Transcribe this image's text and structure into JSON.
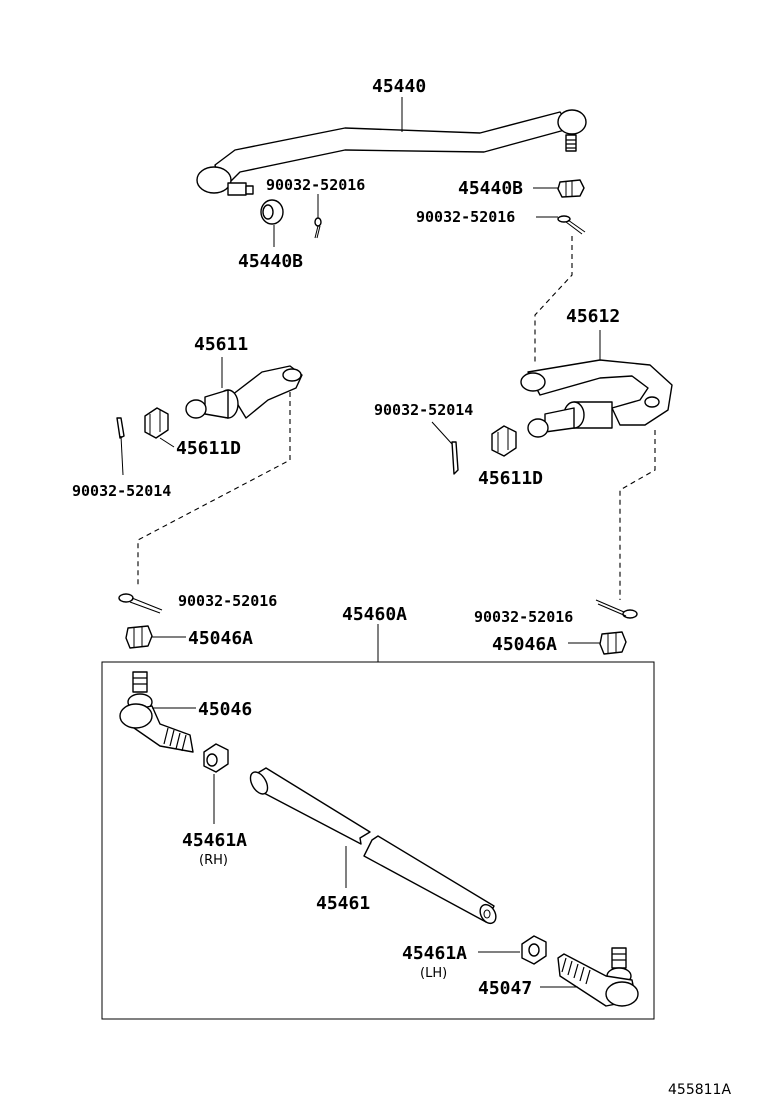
{
  "diagram": {
    "parts": {
      "p45440": "45440",
      "p45440B_left": "45440B",
      "p45440B_right": "45440B",
      "p90032_52016_top_left": "90032-52016",
      "p90032_52016_top_right": "90032-52016",
      "p45611": "45611",
      "p45611D_left": "45611D",
      "p90032_52014_left": "90032-52014",
      "p45612": "45612",
      "p90032_52014_right": "90032-52014",
      "p45611D_right": "45611D",
      "p90032_52016_mid_left": "90032-52016",
      "p45046A_left": "45046A",
      "p45460A": "45460A",
      "p90032_52016_mid_right": "90032-52016",
      "p45046A_right": "45046A",
      "p45046": "45046",
      "p45461A_top": "45461A",
      "note_rh": "(RH)",
      "p45461": "45461",
      "p45461A_bottom": "45461A",
      "note_lh": "(LH)",
      "p45047": "45047"
    },
    "reference_code": "455811A"
  }
}
